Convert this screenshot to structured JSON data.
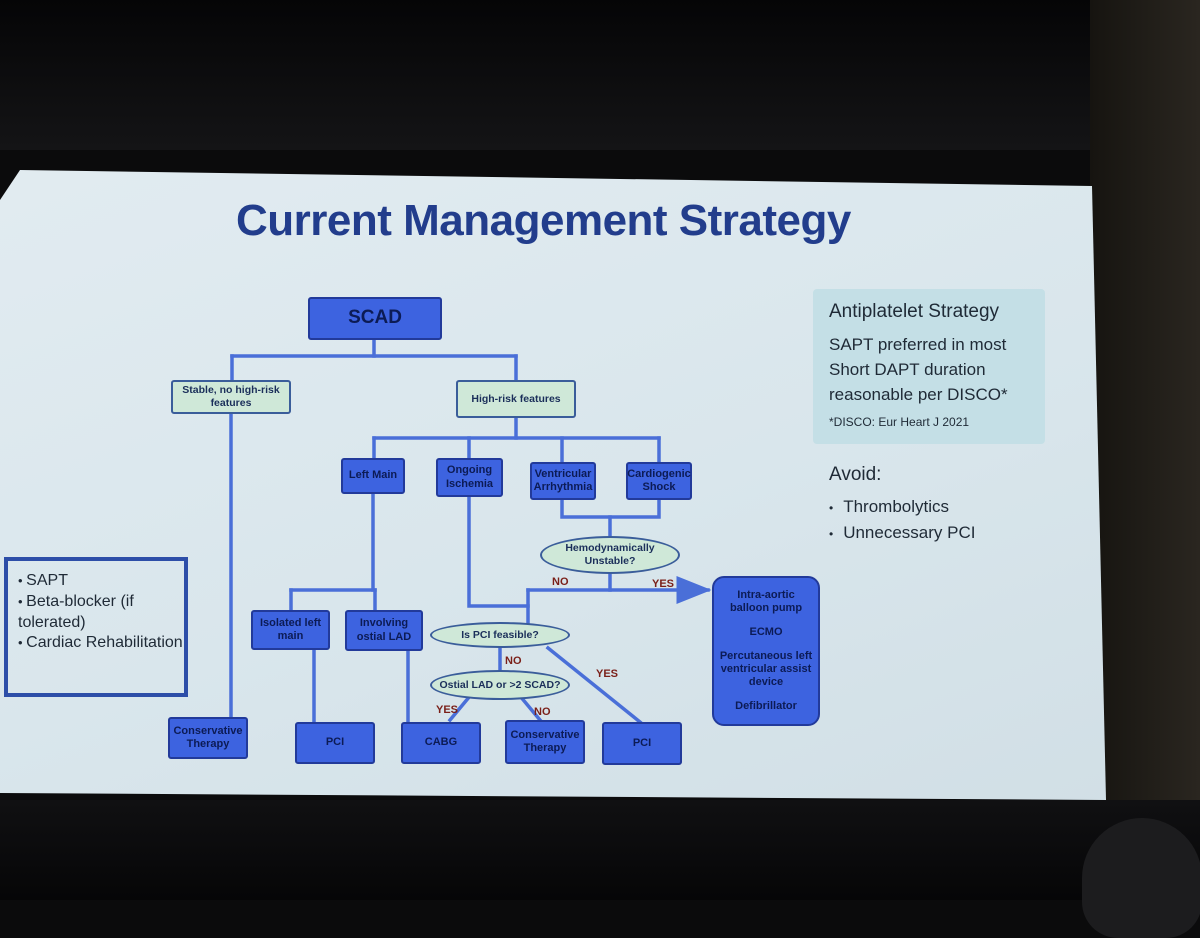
{
  "slide": {
    "title": "Current Management Strategy"
  },
  "flow": {
    "scad": "SCAD",
    "stable": "Stable, no high-risk features",
    "high_risk": "High-risk features",
    "left_main": "Left Main",
    "ongoing_ischemia": "Ongoing Ischemia",
    "ventricular_arrhythmia": "Ventricular Arrhythmia",
    "cardiogenic_shock": "Cardiogenic Shock",
    "hemodynamically_unstable": "Hemodynamically Unstable?",
    "no_label_1": "NO",
    "yes_label_1": "YES",
    "isolated_left_main": "Isolated left main",
    "involving_ostial_lad": "Involving ostial LAD",
    "pci_feasible": "Is PCI feasible?",
    "no_label_2": "NO",
    "yes_label_2": "YES",
    "ostial_lad_q": "Ostial LAD or >2 SCAD?",
    "yes_label_3": "YES",
    "no_label_3": "NO",
    "conservative_1": "Conservative Therapy",
    "pci_1": "PCI",
    "cabg": "CABG",
    "conservative_2": "Conservative Therapy",
    "pci_2": "PCI",
    "support": {
      "iabp": "Intra-aortic balloon pump",
      "ecmo": "ECMO",
      "plvad": "Percutaneous left ventricular assist device",
      "defib": "Defibrillator"
    }
  },
  "left_panel": {
    "items": [
      "SAPT",
      "Beta-blocker (if tolerated)",
      "Cardiac Rehabilitation"
    ]
  },
  "antiplatelet": {
    "heading": "Antiplatelet Strategy",
    "line1": "SAPT preferred in most",
    "line2": "Short DAPT duration",
    "line3": "reasonable per DISCO*",
    "footnote": "*DISCO: Eur Heart J 2021"
  },
  "avoid": {
    "heading": "Avoid:",
    "items": [
      "Thrombolytics",
      "Unnecessary PCI"
    ]
  },
  "colors": {
    "box_blue": "#3d63e0",
    "box_green": "#cfe8d8",
    "line_blue": "#4a6fd8",
    "title": "#223d8c"
  }
}
